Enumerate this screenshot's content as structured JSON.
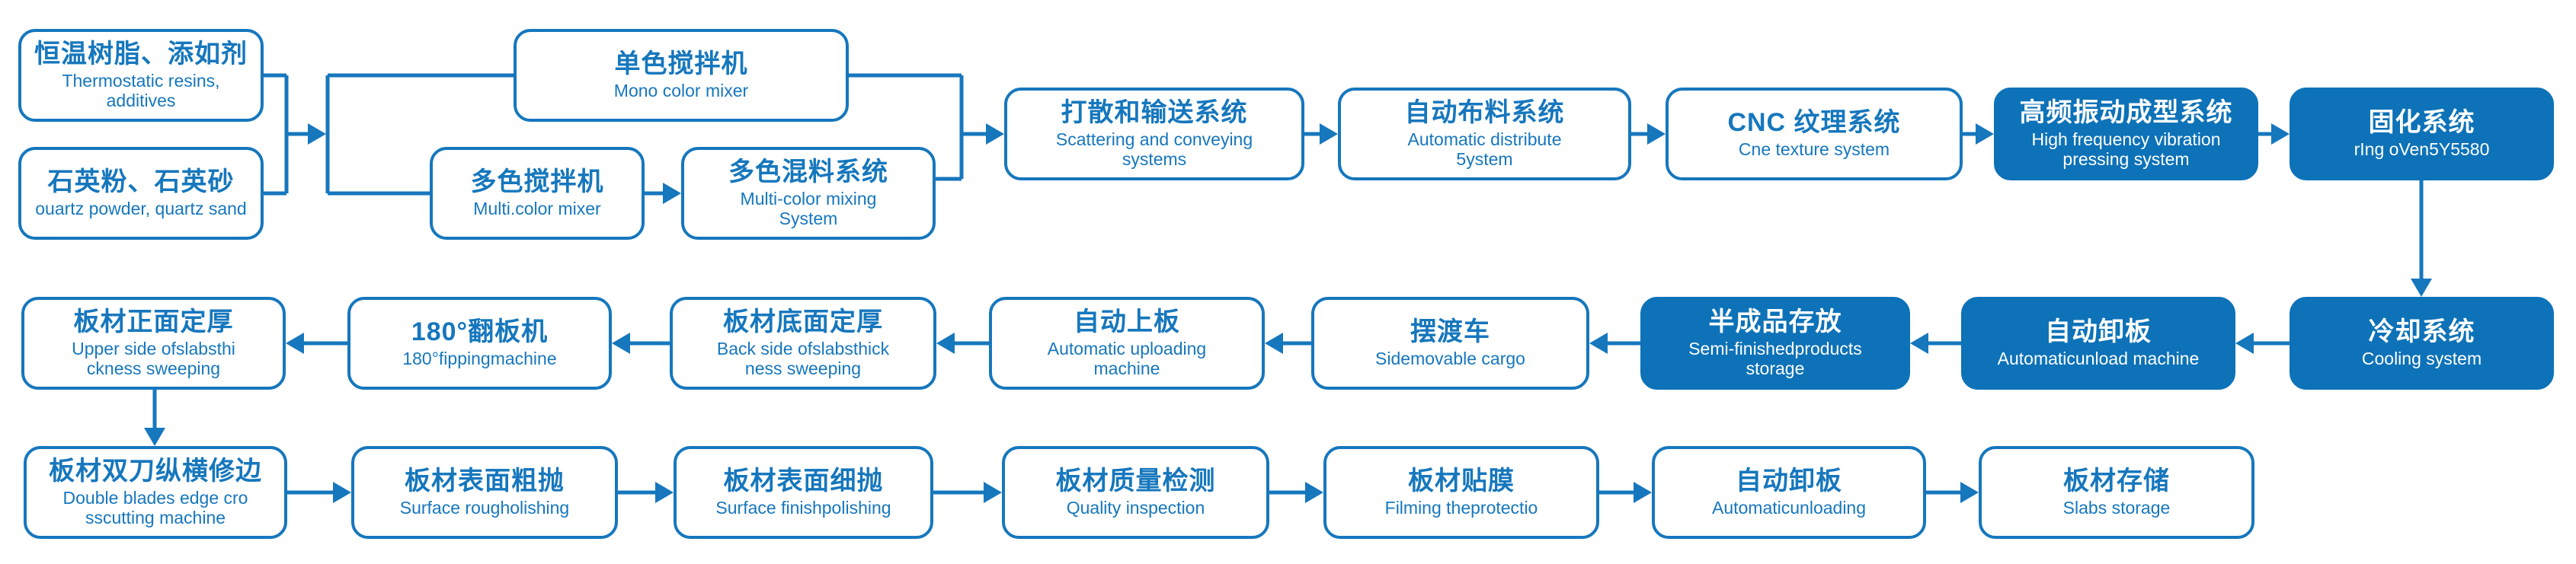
{
  "colors": {
    "accent": "#1677BD",
    "fill": "#0D72B8",
    "text_on_fill": "#FFFFFF",
    "canvas": "#FFFFFF"
  },
  "boxes": [
    {
      "id": "thermostatic-resins",
      "zh": "恒温树脂、添如剂",
      "en": "Thermostatic resins,\nadditives",
      "filled": false
    },
    {
      "id": "quartz-powder",
      "zh": "石英粉、石英砂",
      "en": "ouartz powder, quartz sand",
      "filled": false
    },
    {
      "id": "mono-color-mixer",
      "zh": "单色搅拌机",
      "en": "Mono color mixer",
      "filled": false
    },
    {
      "id": "multi-color-mixer",
      "zh": "多色搅拌机",
      "en": "Multi.color mixer",
      "filled": false
    },
    {
      "id": "multi-color-mixing-system",
      "zh": "多色混料系统",
      "en": "Multi-color mixing\nSystem",
      "filled": false
    },
    {
      "id": "scattering-conveying-systems",
      "zh": "打散和输送系统",
      "en": "Scattering and conveying\nsystems",
      "filled": false
    },
    {
      "id": "automatic-distribute-system",
      "zh": "自动布料系统",
      "en": "Automatic distribute\n5ystem",
      "filled": false
    },
    {
      "id": "cnc-texture-system",
      "zh": "CNC 纹理系统",
      "en": "Cne texture system",
      "filled": false
    },
    {
      "id": "vibration-pressing-system",
      "zh": "高频振动成型系统",
      "en": "High frequency vibration\npressing system",
      "filled": true
    },
    {
      "id": "curing-system",
      "zh": "固化系统",
      "en": "rIng oVen5Y5580",
      "filled": true
    },
    {
      "id": "cooling-system",
      "zh": "冷却系统",
      "en": "Cooling system",
      "filled": true
    },
    {
      "id": "automatic-unload-machine",
      "zh": "自动卸板",
      "en": "Automaticunload machine",
      "filled": true
    },
    {
      "id": "semi-finished-storage",
      "zh": "半成品存放",
      "en": "Semi-finishedproducts\nstorage",
      "filled": true
    },
    {
      "id": "shuttle-cart",
      "zh": "摆渡车",
      "en": "Sidemovable cargo",
      "filled": false
    },
    {
      "id": "automatic-uploading-machine",
      "zh": "自动上板",
      "en": "Automatic uploading\nmachine",
      "filled": false
    },
    {
      "id": "backside-thickness-sweeping",
      "zh": "板材底面定厚",
      "en": "Back side ofslabsthick\nness sweeping",
      "filled": false
    },
    {
      "id": "flipping-machine",
      "zh": "180°翻板机",
      "en": "180°fippingmachine",
      "filled": false
    },
    {
      "id": "upperside-thickness-sweeping",
      "zh": "板材正面定厚",
      "en": "Upper side ofslabsthi\nckness sweeping",
      "filled": false
    },
    {
      "id": "edge-crosscutting-machine",
      "zh": "板材双刀纵横修边",
      "en": "Double blades edge cro\nsscutting machine",
      "filled": false
    },
    {
      "id": "surface-rough-polishing",
      "zh": "板材表面粗抛",
      "en": "Surface rougholishing",
      "filled": false
    },
    {
      "id": "surface-finish-polishing",
      "zh": "板材表面细抛",
      "en": "Surface finishpolishing",
      "filled": false
    },
    {
      "id": "quality-inspection",
      "zh": "板材质量检测",
      "en": "Quality inspection",
      "filled": false
    },
    {
      "id": "filming-protection",
      "zh": "板材贴膜",
      "en": "Filming theprotectio",
      "filled": false
    },
    {
      "id": "automatic-unloading",
      "zh": "自动卸板",
      "en": "Automaticunloading",
      "filled": false
    },
    {
      "id": "slabs-storage",
      "zh": "板材存储",
      "en": "Slabs storage",
      "filled": false
    }
  ],
  "edges": [
    {
      "from": [
        "thermostatic-resins",
        "quartz-powder"
      ],
      "to": [
        "mono-color-mixer",
        "multi-color-mixer"
      ]
    },
    {
      "from": [
        "multi-color-mixer"
      ],
      "to": [
        "multi-color-mixing-system"
      ]
    },
    {
      "from": [
        "mono-color-mixer",
        "multi-color-mixing-system"
      ],
      "to": [
        "scattering-conveying-systems"
      ]
    },
    {
      "from": [
        "scattering-conveying-systems"
      ],
      "to": [
        "automatic-distribute-system"
      ]
    },
    {
      "from": [
        "automatic-distribute-system"
      ],
      "to": [
        "cnc-texture-system"
      ]
    },
    {
      "from": [
        "cnc-texture-system"
      ],
      "to": [
        "vibration-pressing-system"
      ]
    },
    {
      "from": [
        "vibration-pressing-system"
      ],
      "to": [
        "curing-system"
      ]
    },
    {
      "from": [
        "curing-system"
      ],
      "to": [
        "cooling-system"
      ]
    },
    {
      "from": [
        "cooling-system"
      ],
      "to": [
        "automatic-unload-machine"
      ]
    },
    {
      "from": [
        "automatic-unload-machine"
      ],
      "to": [
        "semi-finished-storage"
      ]
    },
    {
      "from": [
        "semi-finished-storage"
      ],
      "to": [
        "shuttle-cart"
      ]
    },
    {
      "from": [
        "shuttle-cart"
      ],
      "to": [
        "automatic-uploading-machine"
      ]
    },
    {
      "from": [
        "automatic-uploading-machine"
      ],
      "to": [
        "backside-thickness-sweeping"
      ]
    },
    {
      "from": [
        "backside-thickness-sweeping"
      ],
      "to": [
        "flipping-machine"
      ]
    },
    {
      "from": [
        "flipping-machine"
      ],
      "to": [
        "upperside-thickness-sweeping"
      ]
    },
    {
      "from": [
        "upperside-thickness-sweeping"
      ],
      "to": [
        "edge-crosscutting-machine"
      ]
    },
    {
      "from": [
        "edge-crosscutting-machine"
      ],
      "to": [
        "surface-rough-polishing"
      ]
    },
    {
      "from": [
        "surface-rough-polishing"
      ],
      "to": [
        "surface-finish-polishing"
      ]
    },
    {
      "from": [
        "surface-finish-polishing"
      ],
      "to": [
        "quality-inspection"
      ]
    },
    {
      "from": [
        "quality-inspection"
      ],
      "to": [
        "filming-protection"
      ]
    },
    {
      "from": [
        "filming-protection"
      ],
      "to": [
        "automatic-unloading"
      ]
    },
    {
      "from": [
        "automatic-unloading"
      ],
      "to": [
        "slabs-storage"
      ]
    }
  ]
}
